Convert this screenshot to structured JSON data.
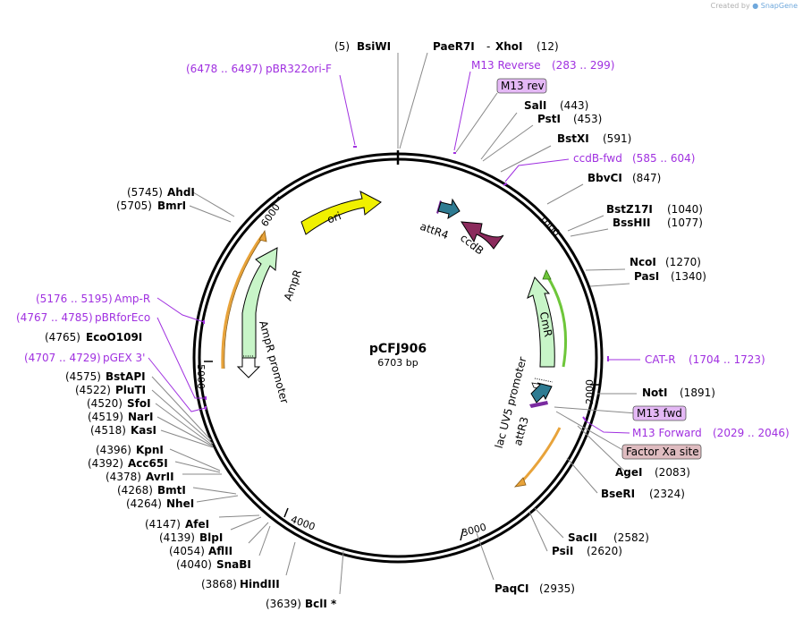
{
  "credit": {
    "prefix": "Created by",
    "brand": "SnapGene"
  },
  "plasmid": {
    "name": "pCFJ906",
    "size": "6703 bp"
  },
  "ticks": [
    "1000",
    "2000",
    "3000",
    "4000",
    "5000",
    "6000"
  ],
  "sites": [
    {
      "name": "BsiWI",
      "pos": "(5)"
    },
    {
      "name": "PaeR7I",
      "pos": ""
    },
    {
      "name": "XhoI",
      "pos": "(12)",
      "prefix": "-"
    },
    {
      "name": "SalI",
      "pos": "(443)"
    },
    {
      "name": "PstI",
      "pos": "(453)"
    },
    {
      "name": "BstXI",
      "pos": "(591)"
    },
    {
      "name": "BbvCI",
      "pos": "(847)"
    },
    {
      "name": "BstZ17I",
      "pos": "(1040)"
    },
    {
      "name": "BssHII",
      "pos": "(1077)"
    },
    {
      "name": "NcoI",
      "pos": "(1270)"
    },
    {
      "name": "PasI",
      "pos": "(1340)"
    },
    {
      "name": "NotI",
      "pos": "(1891)"
    },
    {
      "name": "AgeI",
      "pos": "(2083)"
    },
    {
      "name": "BseRI",
      "pos": "(2324)"
    },
    {
      "name": "SacII",
      "pos": "(2582)"
    },
    {
      "name": "PsiI",
      "pos": "(2620)"
    },
    {
      "name": "PaqCI",
      "pos": "(2935)"
    },
    {
      "name": "BclI *",
      "pos": "(3639)"
    },
    {
      "name": "HindIII",
      "pos": "(3868)"
    },
    {
      "name": "SnaBI",
      "pos": "(4040)"
    },
    {
      "name": "AflII",
      "pos": "(4054)"
    },
    {
      "name": "BlpI",
      "pos": "(4139)"
    },
    {
      "name": "AfeI",
      "pos": "(4147)"
    },
    {
      "name": "NheI",
      "pos": "(4264)"
    },
    {
      "name": "BmtI",
      "pos": "(4268)"
    },
    {
      "name": "AvrII",
      "pos": "(4378)"
    },
    {
      "name": "Acc65I",
      "pos": "(4392)"
    },
    {
      "name": "KpnI",
      "pos": "(4396)"
    },
    {
      "name": "KasI",
      "pos": "(4518)"
    },
    {
      "name": "NarI",
      "pos": "(4519)"
    },
    {
      "name": "SfoI",
      "pos": "(4520)"
    },
    {
      "name": "PluTI",
      "pos": "(4522)"
    },
    {
      "name": "BstAPI",
      "pos": "(4575)"
    },
    {
      "name": "EcoO109I",
      "pos": "(4765)"
    },
    {
      "name": "BmrI",
      "pos": "(5705)"
    },
    {
      "name": "AhdI",
      "pos": "(5745)"
    }
  ],
  "primers": [
    {
      "name": "M13 Reverse",
      "range": "(283 .. 299)"
    },
    {
      "name": "ccdB-fwd",
      "range": "(585 .. 604)"
    },
    {
      "name": "CAT-R",
      "range": "(1704 .. 1723)"
    },
    {
      "name": "M13 Forward",
      "range": "(2029 .. 2046)"
    },
    {
      "name": "pBR322ori-F",
      "range": "(6478 .. 6497)"
    },
    {
      "name": "Amp-R",
      "range": "(5176 .. 5195)"
    },
    {
      "name": "pBRforEco",
      "range": "(4767 .. 4785)"
    },
    {
      "name": "pGEX 3'",
      "range": "(4707 .. 4729)"
    }
  ],
  "boxed_labels": [
    {
      "name": "M13 rev",
      "color": "#e4b8f5"
    },
    {
      "name": "M13 fwd",
      "color": "#e4b8f5"
    },
    {
      "name": "Factor Xa site",
      "color": "#dfbcc0"
    }
  ],
  "features": [
    {
      "name": "ori",
      "color": "#f0f000"
    },
    {
      "name": "AmpR",
      "color": "#c8f5c8"
    },
    {
      "name": "AmpR promoter",
      "color": "#ffffff"
    },
    {
      "name": "attR4",
      "color": "#2e7b92"
    },
    {
      "name": "ccdB",
      "color": "#8b2a5c"
    },
    {
      "name": "CmR",
      "color": "#c8f5c8"
    },
    {
      "name": "lac UV5 promoter",
      "color": "#ffffff"
    },
    {
      "name": "attR3",
      "color": "#2e7b92"
    }
  ],
  "colors": {
    "primer": "#a030e0",
    "backbone": "#000000",
    "orf_orange": "#e8a33a",
    "orf_green": "#6ec63a"
  }
}
